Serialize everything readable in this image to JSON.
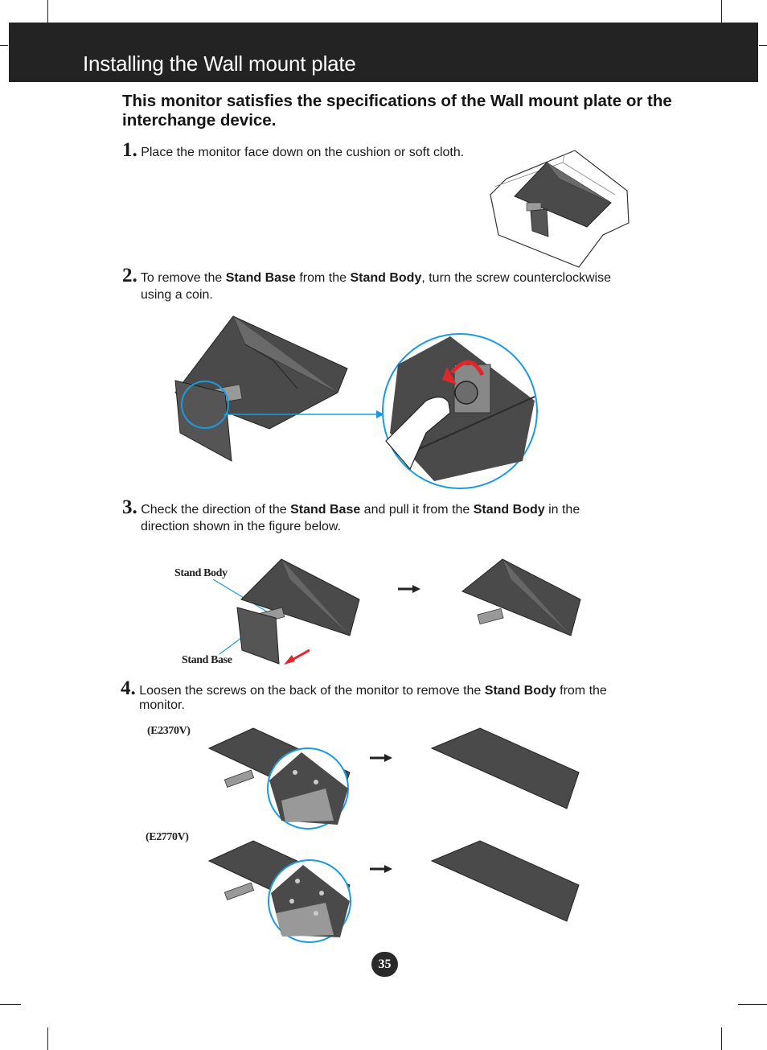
{
  "header": {
    "title": "Installing the Wall mount plate"
  },
  "intro": "This monitor satisfies the specifications of the  Wall mount plate or the interchange device.",
  "steps": [
    {
      "num": "1.",
      "text": "Place the monitor face down on the cushion or soft cloth."
    },
    {
      "num": "2.",
      "t1": "To remove the ",
      "b1": "Stand Base",
      "t2": " from the ",
      "b2": "Stand Body",
      "t3": ", turn the screw counterclockwise",
      "line2": "using a coin."
    },
    {
      "num": "3.",
      "t1": "Check the direction of the ",
      "b1": "Stand Base",
      "t2": " and pull it from the ",
      "b2": "Stand Body",
      "t3": " in the",
      "line2": "direction shown in the figure below."
    },
    {
      "num": "4.",
      "t1": "Loosen the screws on the back of the monitor to remove the ",
      "b1": "Stand Body",
      "t2": " from the",
      "line2": "monitor."
    }
  ],
  "labels": {
    "stand_body": "Stand Body",
    "stand_base": "Stand Base",
    "model_1": "(E2370V)",
    "model_2": "(E2770V)"
  },
  "page_number": "35",
  "colors": {
    "header_bg": "#232323",
    "callout_blue": "#1a9be0",
    "arrow_red": "#e0282c",
    "monitor_dark": "#4a4a4a"
  }
}
